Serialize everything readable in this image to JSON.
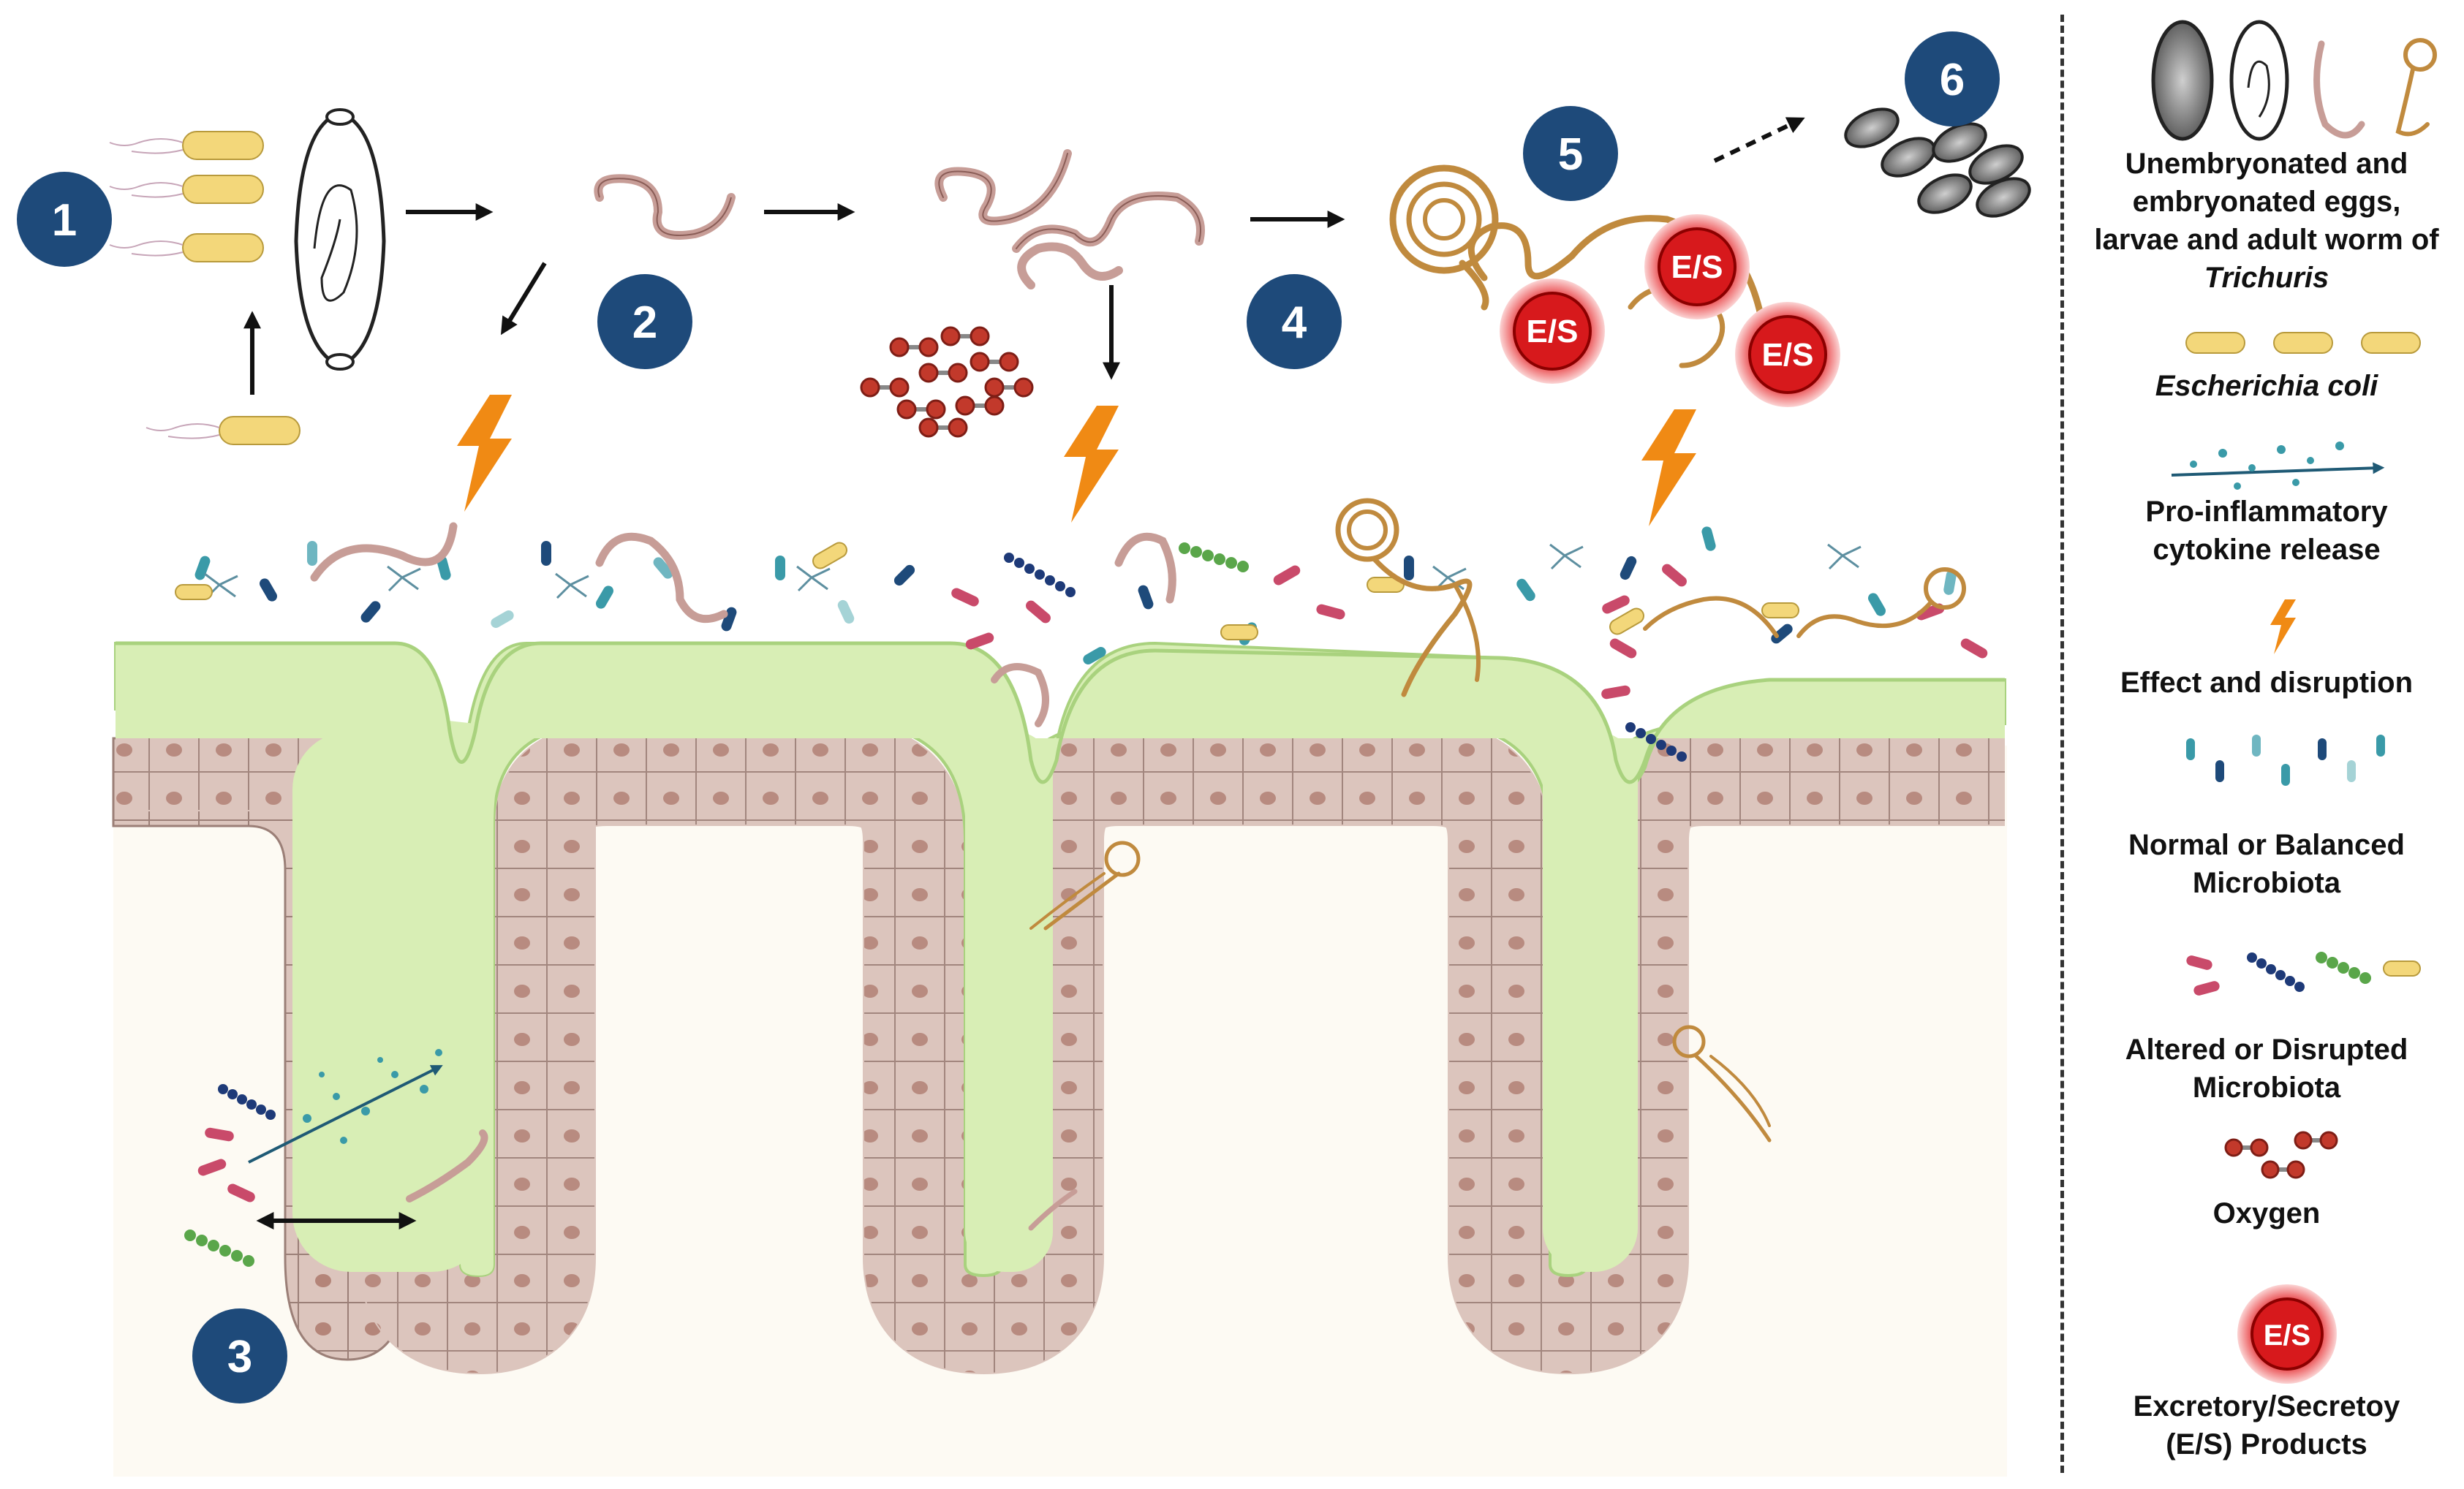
{
  "steps": [
    "1",
    "2",
    "3",
    "4",
    "5",
    "6"
  ],
  "es_label": "E/S",
  "legend": {
    "eggs": {
      "line1": "Unembryonated and",
      "line2": "embryonated eggs,",
      "line3": "larvae and adult worm of",
      "line4": "Trichuris"
    },
    "ecoli": "Escherichia coli",
    "cytokine": {
      "line1": "Pro-inflammatory",
      "line2": "cytokine release"
    },
    "effect": "Effect and disruption",
    "normal": {
      "line1": "Normal or Balanced",
      "line2": "Microbiota"
    },
    "altered": {
      "line1": "Altered or Disrupted",
      "line2": "Microbiota"
    },
    "oxygen": "Oxygen",
    "es": {
      "line1": "Excretory/Secretoy",
      "line2": "(E/S) Products"
    }
  },
  "colors": {
    "step_badge": "#1e4a7a",
    "lumen": "#d8eeb5",
    "lumen_edge": "#a9d27e",
    "epithelium": "#dcc5bd",
    "nucleus": "#b48579",
    "tissue": "#fdfaf3",
    "worm_larva": "#c79d97",
    "worm_adult": "#c08a3e",
    "es_red": "#d7191c",
    "bolt": "#f08a14",
    "oxygen": "#c2392b",
    "bacteria_pink": "#c94a6a",
    "bacteria_blue": "#1e3a78",
    "bacteria_green": "#5aa64a",
    "bacteria_teal": "#3a9aa8",
    "ecoli": "#f3d77a"
  },
  "icons": [
    "bacteria-icon",
    "ecoli-icon",
    "egg-icon",
    "larva-icon",
    "adult-worm-icon",
    "lightning-icon",
    "oxygen-icon",
    "arrow-icon",
    "es-product-icon",
    "cytokine-icon"
  ]
}
